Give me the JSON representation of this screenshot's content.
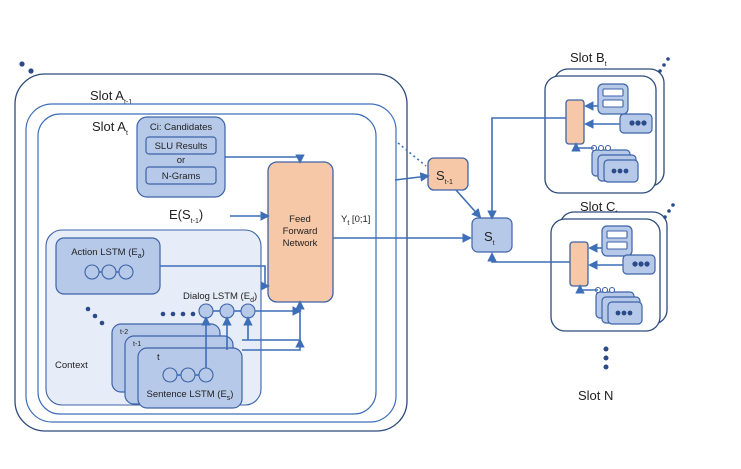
{
  "slot_a_prev": {
    "base": "Slot A",
    "sub": "t-1"
  },
  "slot_a": {
    "base": "Slot A",
    "sub": "t"
  },
  "candidates": {
    "title": "Ci: Candidates",
    "slu": "SLU Results",
    "or": "or",
    "ngrams": "N-Grams"
  },
  "prev_state": {
    "base": "E(S",
    "sub": "t-1",
    "close": ")"
  },
  "action_lstm": {
    "base": "Action LSTM (E",
    "sub": "a",
    "close": ")"
  },
  "dialog_lstm": {
    "base": "Dialog LSTM (E",
    "sub": "d",
    "close": ")"
  },
  "sentence_lstm": {
    "base": "Sentence LSTM (E",
    "sub": "s",
    "close": ")"
  },
  "context_label": "Context",
  "sentence_stack": [
    "t-2",
    "t-1",
    "t"
  ],
  "ffn": {
    "line1": "Feed",
    "line2": "Forward",
    "line3": "Network"
  },
  "output": {
    "base": "Y",
    "sub": "t",
    "rest": " [0;1]"
  },
  "s_prev": {
    "base": "S",
    "sub": "t-1"
  },
  "s_cur": {
    "base": "S",
    "sub": "t"
  },
  "slot_b": {
    "base": "Slot B",
    "sub": "t"
  },
  "slot_c": {
    "base": "Slot C",
    "sub": "t"
  },
  "slot_n": "Slot N",
  "colors": {
    "node_blue": "#b7c9e8",
    "ffn_orange": "#f7c8a8",
    "line_blue": "#3d6fb8"
  }
}
